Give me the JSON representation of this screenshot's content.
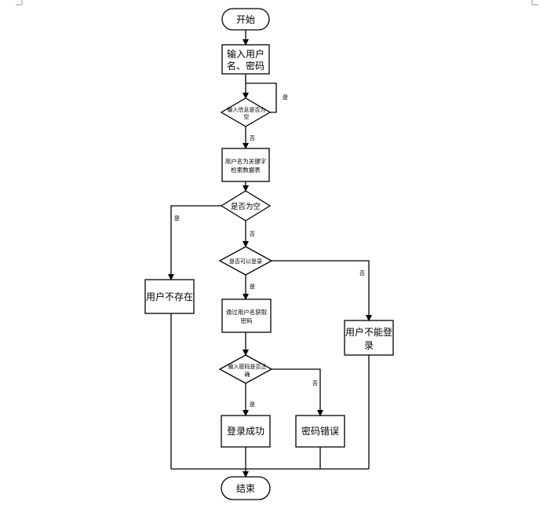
{
  "flowchart": {
    "start": "开始",
    "input": [
      "输入用户",
      "名、密码"
    ],
    "check_empty_input": [
      "输入信息是否为",
      "空"
    ],
    "search_table": [
      "用户名为关键字",
      "检索数据表"
    ],
    "is_empty": "是否为空",
    "can_login": "是否可以登录",
    "user_not_exist": "用户不存在",
    "get_password": [
      "通过用户名获取",
      "密码"
    ],
    "user_cannot_login": [
      "用户不能登",
      "录"
    ],
    "password_correct": [
      "输入密码是否正",
      "确"
    ],
    "login_success": "登录成功",
    "password_error": "密码错误",
    "end": "结束",
    "yes": "是",
    "no": "否"
  }
}
